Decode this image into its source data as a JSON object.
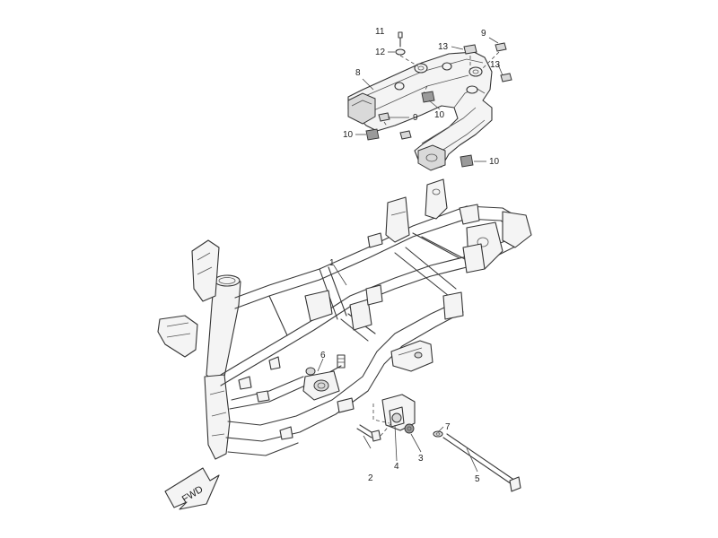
{
  "diagram": {
    "callouts": {
      "c1": "1",
      "c2": "2",
      "c3": "3",
      "c4": "4",
      "c5": "5",
      "c6": "6",
      "c7": "7",
      "c8": "8",
      "c9a": "9",
      "c9b": "9",
      "c10a": "10",
      "c10b": "10",
      "c10c": "10",
      "c11": "11",
      "c12": "12",
      "c13a": "13",
      "c13b": "13"
    },
    "fwd_label": "FWD"
  }
}
